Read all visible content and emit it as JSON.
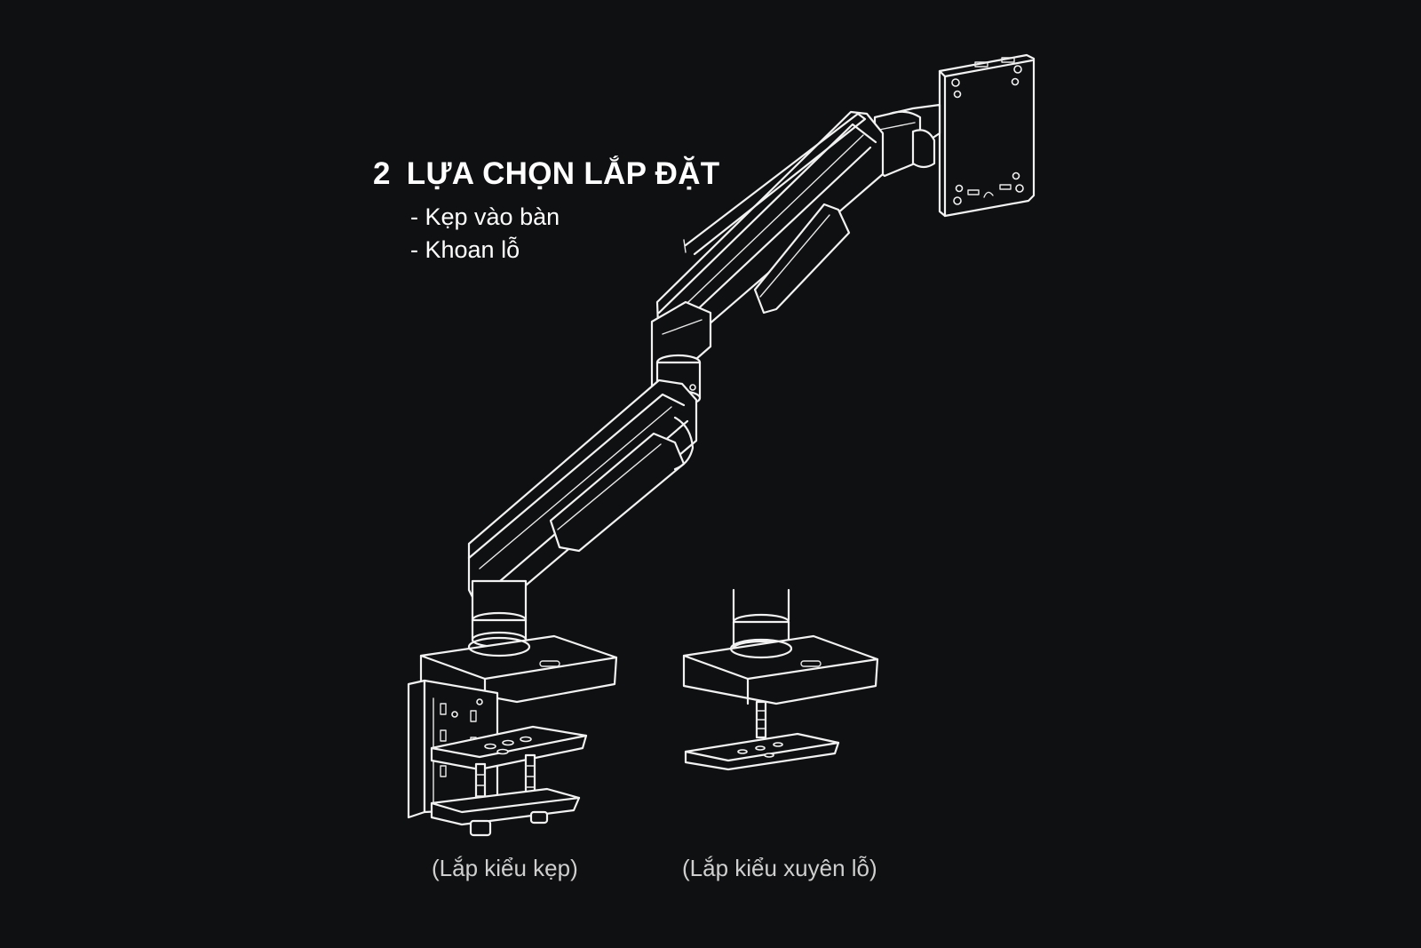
{
  "heading": {
    "number": "2",
    "title": "LỰA CHỌN LẮP ĐẶT"
  },
  "options": [
    "- Kẹp vào bàn",
    "- Khoan lỗ"
  ],
  "captions": {
    "clamp": "(Lắp kiểu kẹp)",
    "grommet": "(Lắp kiểu xuyên lỗ)"
  },
  "colors": {
    "background": "#0f1012",
    "line": "#f2f2f2",
    "caption": "#cfcfcf"
  }
}
